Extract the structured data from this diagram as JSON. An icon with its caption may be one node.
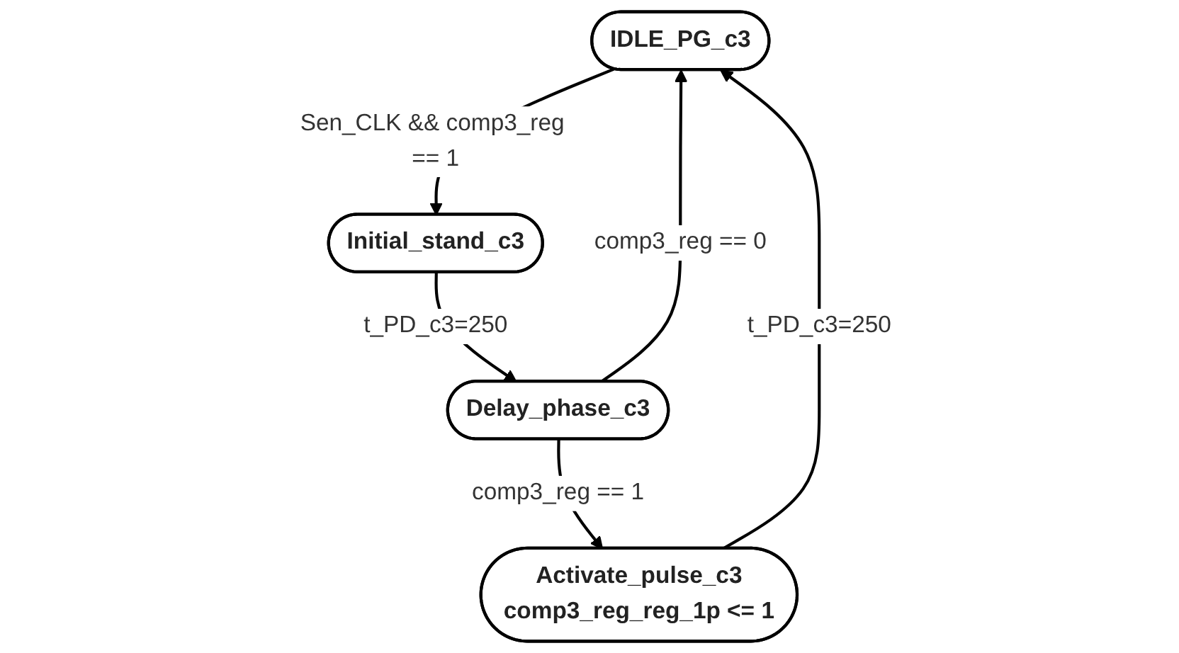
{
  "diagram": {
    "nodes": [
      {
        "text": [
          "IDLE_PG_c3"
        ]
      },
      {
        "text": [
          "Initial_stand_c3"
        ]
      },
      {
        "text": [
          "Delay_phase_c3"
        ]
      },
      {
        "text": [
          "Activate_pulse_c3",
          "comp3_reg_reg_1p <= 1"
        ]
      }
    ],
    "edges": [
      {
        "from": 0,
        "to": 1,
        "arrow": "to",
        "label": "Sen_CLK && comp3_reg == 1"
      },
      {
        "from": 1,
        "to": 2,
        "arrow": "to",
        "label": "t_PD_c3=250"
      },
      {
        "from": 2,
        "to": 0,
        "arrow": "to",
        "label": "comp3_reg == 0"
      },
      {
        "from": 2,
        "to": 3,
        "arrow": "to",
        "label": "comp3_reg == 1"
      },
      {
        "from": 3,
        "to": 0,
        "arrow": "to",
        "label": "t_PD_c3=250"
      }
    ]
  }
}
